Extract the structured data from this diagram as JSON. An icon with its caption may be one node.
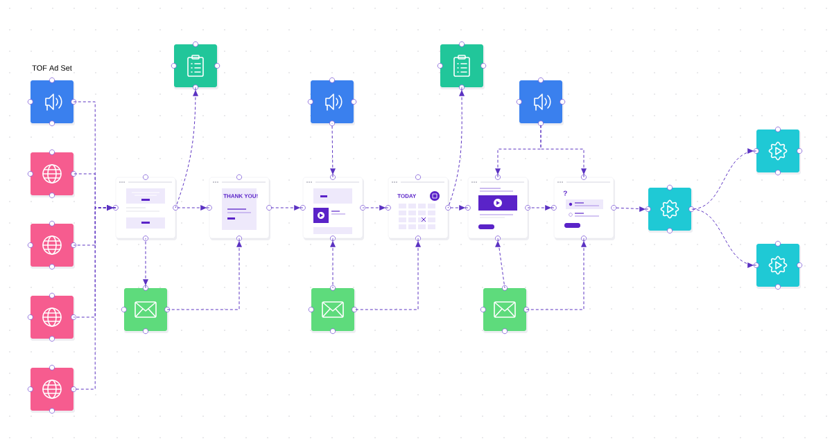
{
  "diagram": {
    "nodes": [
      {
        "text": [
          "TOF Ad Set"
        ]
      },
      {
        "text": [],
        "shape": "box"
      },
      {
        "text": [],
        "shape": "box"
      },
      {
        "text": [],
        "shape": "box"
      },
      {
        "text": [],
        "shape": "box"
      },
      {
        "text": [],
        "shape": "box"
      },
      {
        "text": [],
        "shape": "picture"
      },
      {
        "text": [
          "THANK YOU!"
        ]
      },
      {
        "text": [],
        "shape": "box"
      },
      {
        "text": [],
        "shape": "picture"
      },
      {
        "text": [],
        "shape": "box"
      },
      {
        "text": [
          "TODAY"
        ]
      },
      {
        "text": [],
        "shape": "box"
      },
      {
        "text": [],
        "shape": "picture"
      },
      {
        "text": [
          "?"
        ]
      },
      {
        "text": [],
        "shape": "box"
      },
      {
        "text": [],
        "shape": "box"
      },
      {
        "text": [],
        "shape": "box"
      },
      {
        "text": [],
        "shape": "box"
      },
      {
        "text": [],
        "shape": "box"
      },
      {
        "text": [],
        "shape": "box"
      }
    ],
    "edges": [
      {
        "from": 0,
        "to": 6,
        "arrow": "to",
        "style": "dashed"
      },
      {
        "from": 1,
        "to": 6,
        "arrow": "to",
        "style": "dashed"
      },
      {
        "from": 2,
        "to": 6,
        "arrow": "to",
        "style": "dashed"
      },
      {
        "from": 3,
        "to": 6,
        "arrow": "to",
        "style": "dashed"
      },
      {
        "from": 4,
        "to": 6,
        "arrow": "to",
        "style": "dashed"
      },
      {
        "from": 6,
        "to": 5,
        "arrow": "to",
        "style": "dashed"
      },
      {
        "from": 6,
        "to": 7,
        "arrow": "to",
        "style": "dashed"
      },
      {
        "from": 6,
        "to": 18,
        "arrow": "to",
        "style": "dashed"
      },
      {
        "from": 18,
        "to": 7,
        "arrow": "to",
        "style": "dashed"
      },
      {
        "from": 7,
        "to": 9,
        "arrow": "to",
        "style": "dashed"
      },
      {
        "from": 8,
        "to": 9,
        "arrow": "to",
        "style": "dashed"
      },
      {
        "from": 19,
        "to": 9,
        "arrow": "to",
        "style": "dashed"
      },
      {
        "from": 9,
        "to": 11,
        "arrow": "to",
        "style": "dashed"
      },
      {
        "from": 19,
        "to": 11,
        "arrow": "to",
        "style": "dashed"
      },
      {
        "from": 11,
        "to": 10,
        "arrow": "to",
        "style": "dashed"
      },
      {
        "from": 11,
        "to": 13,
        "arrow": "to",
        "style": "dashed"
      },
      {
        "from": 12,
        "to": 13,
        "arrow": "to",
        "style": "dashed"
      },
      {
        "from": 12,
        "to": 14,
        "arrow": "to",
        "style": "dashed"
      },
      {
        "from": 20,
        "to": 13,
        "arrow": "to",
        "style": "dashed"
      },
      {
        "from": 13,
        "to": 14,
        "arrow": "to",
        "style": "dashed"
      },
      {
        "from": 20,
        "to": 14,
        "arrow": "to",
        "style": "dashed"
      },
      {
        "from": 14,
        "to": 15,
        "arrow": "to",
        "style": "dashed"
      },
      {
        "from": 15,
        "to": 16,
        "arrow": "to",
        "style": "dashed"
      },
      {
        "from": 15,
        "to": 17,
        "arrow": "to",
        "style": "dashed"
      }
    ]
  }
}
